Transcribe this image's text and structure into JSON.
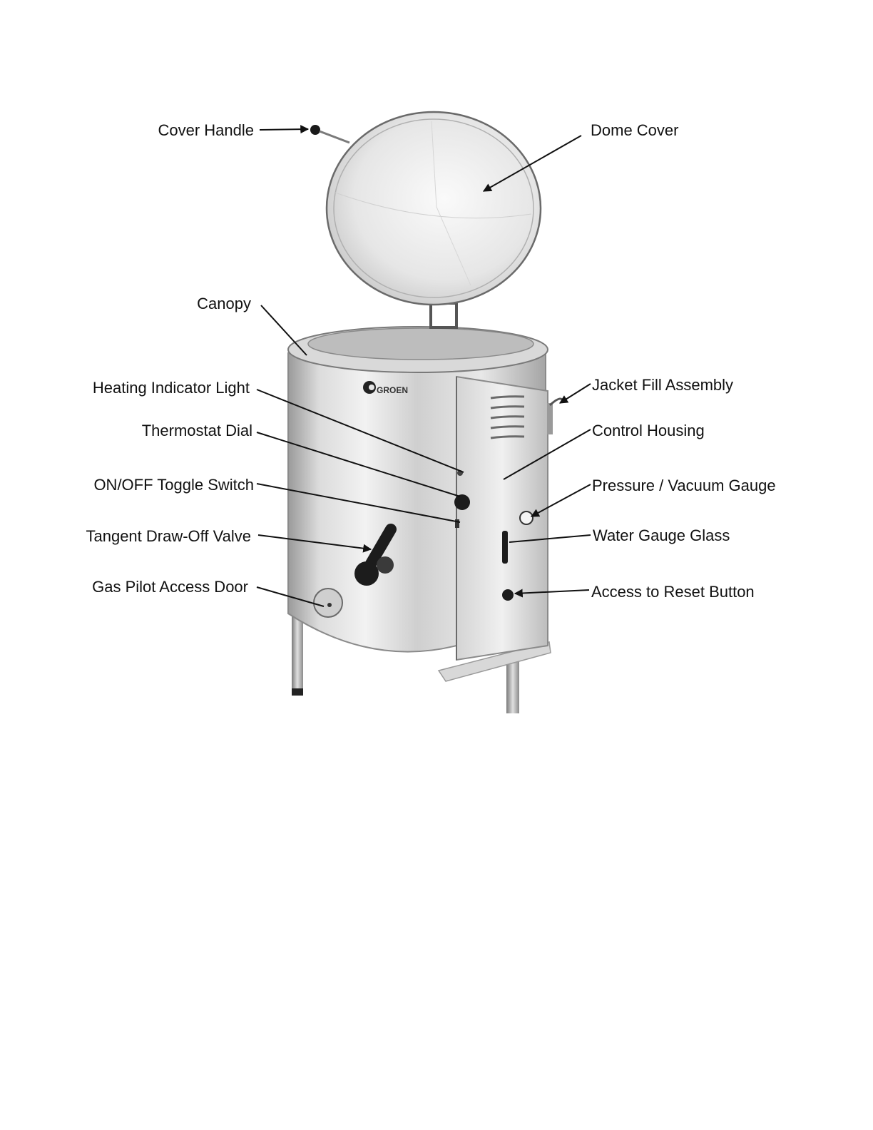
{
  "brand": "GROEN",
  "labels": {
    "cover_handle": "Cover Handle",
    "dome_cover": "Dome Cover",
    "canopy": "Canopy",
    "heating_indicator_light": "Heating Indicator Light",
    "thermostat_dial": "Thermostat Dial",
    "on_off_toggle_switch": "ON/OFF Toggle Switch",
    "tangent_draw_off_valve": "Tangent Draw-Off Valve",
    "gas_pilot_access_door": "Gas Pilot Access Door",
    "jacket_fill_assembly": "Jacket Fill Assembly",
    "control_housing": "Control Housing",
    "pressure_vacuum_gauge": "Pressure / Vacuum Gauge",
    "water_gauge_glass": "Water Gauge Glass",
    "access_to_reset_button": "Access to Reset Button"
  },
  "colors": {
    "ink": "#111111",
    "steel_light": "#e6e6e6",
    "steel_mid": "#b8b8b8",
    "steel_dark": "#8a8a8a",
    "knob": "#1c1c1c"
  }
}
